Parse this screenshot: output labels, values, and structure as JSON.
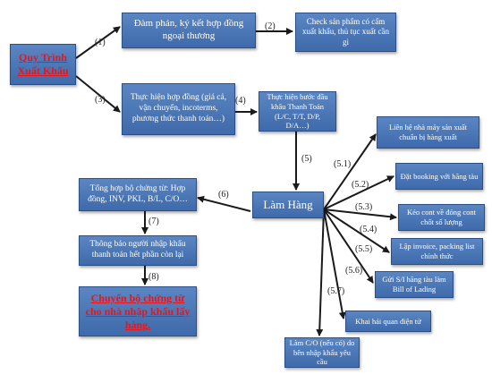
{
  "nodes": {
    "quy_trinh": "Quy Trình Xuất Khẩu",
    "dam_phan": "Đàm phán, ký kết hợp đồng ngoại thương",
    "check_sp": "Check sản phẩm có cấm xuất khẩu, thủ tục xuất cần gì",
    "thuc_hien_hd": "Thực hiện hợp đồng (giá cả, vận chuyển, incoterms, phương thức thanh toán…)",
    "thuc_hien_tt": "Thực hiện bước đầu khâu Thanh Toán (L/C, T/T, D/P, D/A…)",
    "lam_hang": "Làm Hàng",
    "lien_he": "Liên hệ nhà máy sản xuất chuẩn bị hàng xuất",
    "dat_booking": "Đặt booking với hãng tàu",
    "keo_cont": "Kéo cont về đóng cont chốt số lượng",
    "lap_invoice": "Lập invoice, packing list chính thức",
    "gui_si": "Gửi S/I hãng tàu làm Bill of Lading",
    "khai_hq": "Khai hải quan điện tử",
    "lam_co": "Làm C/O (nếu có) do bên nhập khẩu yêu cầu",
    "tong_hop": "Tổng hợp bộ chứng từ: Hợp đồng, INV, PKL, B/L, C/O…",
    "thong_bao": "Thông báo người nhập khẩu thanh toán hết phần còn lại",
    "chuyen_bo": "Chuyển bộ chứng từ cho nhà nhập khẩu lấy hàng."
  },
  "labels": {
    "l1": "(1)",
    "l2": "(2)",
    "l3": "(3)",
    "l4": "(4)",
    "l5": "(5)",
    "l6": "(6)",
    "l7": "(7)",
    "l8": "(8)",
    "l51": "(5.1)",
    "l52": "(5.2)",
    "l53": "(5.3)",
    "l54": "(5.4)",
    "l55": "(5.5)",
    "l56": "(5.6)",
    "l57": "(5.7)"
  },
  "colors": {
    "box": "#4a76b8",
    "arrow": "#1a1a1a",
    "title_red": "#e8151b"
  }
}
